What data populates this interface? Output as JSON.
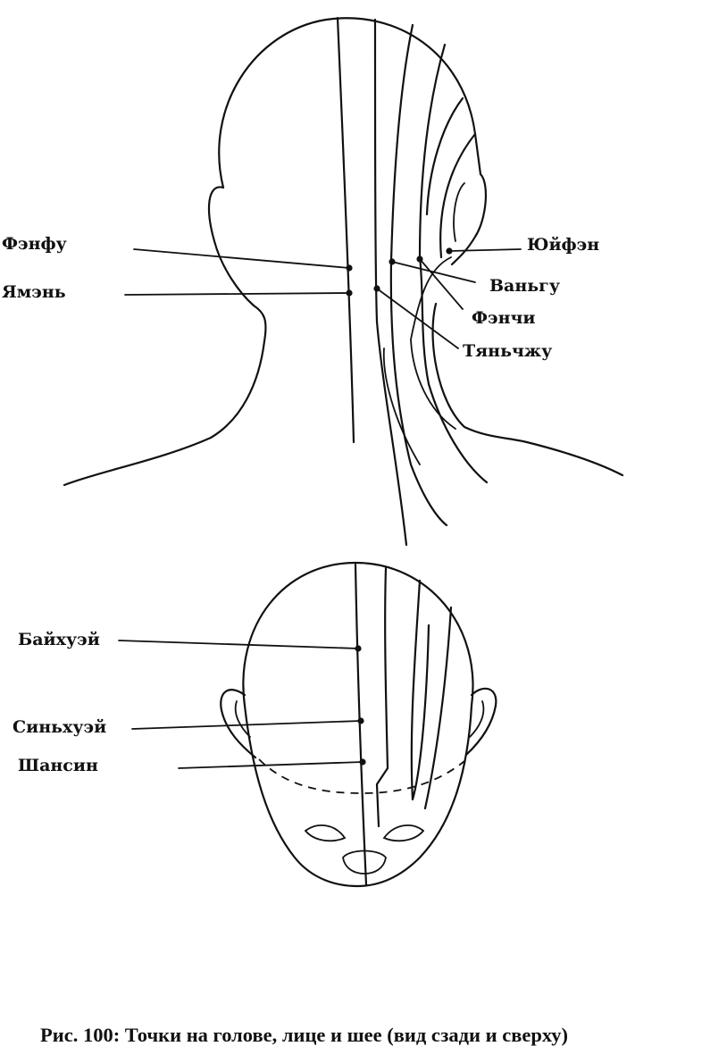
{
  "figure": {
    "neck_view": {
      "labels": {
        "fenfu": "Фэнфу",
        "yamen": "Ямэнь",
        "yuifen": "Юйфэн",
        "vangu": "Ваньгу",
        "fenchi": "Фэнчи",
        "tianzhu": "Тяньчжу"
      }
    },
    "top_view": {
      "labels": {
        "baihuei": "Байхуэй",
        "sinhuei": "Синьхуэй",
        "shansin": "Шансин"
      }
    },
    "caption": "Рис. 100: Точки на голове, лице и шее (вид сзади и сверху)"
  }
}
